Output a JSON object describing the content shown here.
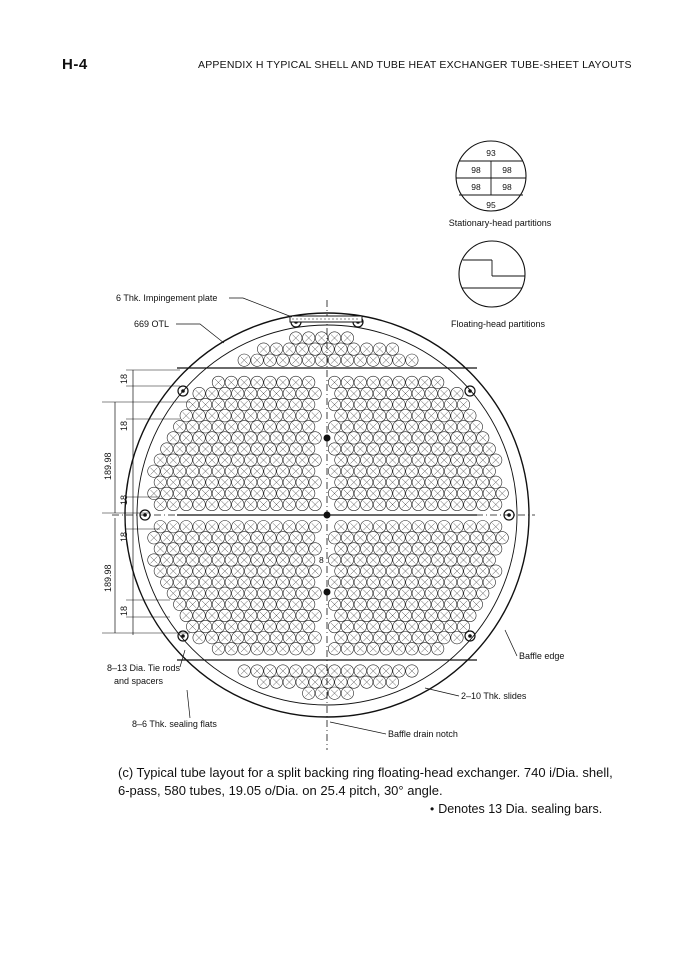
{
  "header": {
    "page_number": "H-4",
    "running_title": "APPENDIX H   TYPICAL SHELL AND TUBE HEAT EXCHANGER TUBE-SHEET LAYOUTS"
  },
  "stationary_partitions": {
    "counts": [
      "93",
      "98",
      "98",
      "98",
      "98",
      "95"
    ],
    "label": "Stationary-head partitions"
  },
  "floating_partitions": {
    "label": "Floating-head partitions"
  },
  "labels": {
    "impingement": "6 Thk. Impingement plate",
    "otl": "669 OTL",
    "baffle_edge": "Baffle edge",
    "tie_rods_line1": "8–13 Dia. Tie rods",
    "tie_rods_line2": "and spacers",
    "slides": "2–10 Thk. slides",
    "sealing_flats": "8–6 Thk. sealing flats",
    "drain_notch": "Baffle drain notch",
    "lane_width": "8"
  },
  "dimensions": {
    "top_18a": "18",
    "top_18b": "18",
    "upper_section": "189.98",
    "mid_18a": "18",
    "mid_18b": "18",
    "lower_section": "189.98",
    "bottom_18": "18"
  },
  "caption": {
    "line1": "(c) Typical tube layout for a split backing ring floating-head exchanger. 740 i/Dia. shell,",
    "line2": "6-pass, 580 tubes, 19.05 o/Dia. on 25.4 pitch, 30° angle."
  },
  "footnote": {
    "text": "Denotes 13 Dia. sealing bars."
  }
}
